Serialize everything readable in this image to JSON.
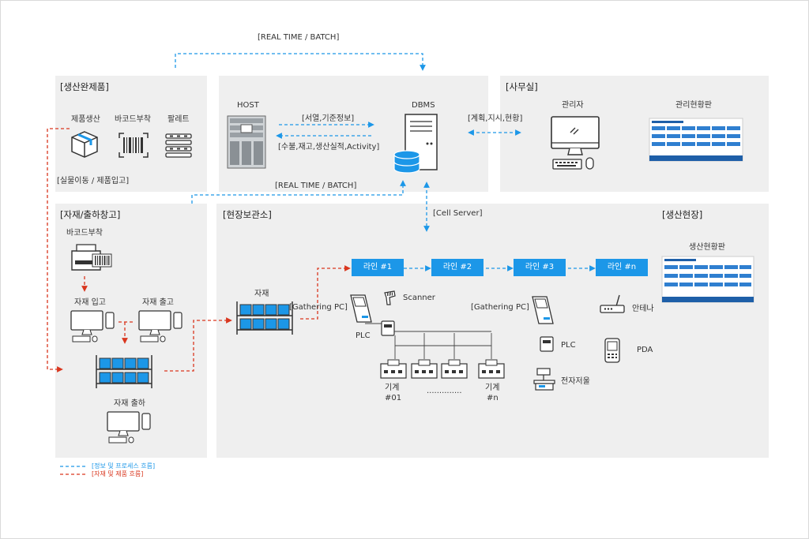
{
  "top_label": "[REAL TIME / BATCH]",
  "mid_label": "[REAL TIME / BATCH]",
  "cell_server": "[Cell Server]",
  "sections": {
    "product": "[생산완제품]",
    "office": "[사무실]",
    "warehouse": "[자재/출하창고]",
    "site_storage": "[현장보관소]",
    "production": "[생산현장]"
  },
  "product": {
    "items": [
      "제품생산",
      "바코드부착",
      "팔레트"
    ],
    "move_label": "[실물이동 / 제품입고]"
  },
  "server": {
    "host": "HOST",
    "dbms": "DBMS",
    "flow1": "[서열,기준정보]",
    "flow2": "[수불,재고,생산실적,Activity]",
    "office_flow": "[계획,지시,현황]"
  },
  "office": {
    "manager": "관리자",
    "dashboard": "관리현황판"
  },
  "warehouse": {
    "barcode": "바코드부착",
    "inbound": "자재 입고",
    "outbound": "자재 출고",
    "shipping": "자재 출하"
  },
  "site": {
    "material": "자재",
    "gathering1": "[Gathering  PC]",
    "gathering2": "[Gathering  PC]",
    "scanner": "Scanner",
    "plc1": "PLC",
    "plc2": "PLC",
    "machine1_a": "기계",
    "machine1_b": "#01",
    "machine_n_a": "기계",
    "machine_n_b": "#n",
    "dots": "..............",
    "scale": "전자저울",
    "antenna": "안테나",
    "pda": "PDA",
    "prod_board": "생산현황판",
    "lines": [
      "라인 #1",
      "라인 #2",
      "라인 #3",
      "라인 #n"
    ]
  },
  "legend": {
    "info": "[정보 및 프로세스 흐름]",
    "material": "[자재 및 제품 흐름]"
  },
  "colors": {
    "info_flow": "#1c97e8",
    "material_flow": "#d9361e",
    "panel": "#efefef",
    "line_box": "#1c97e8"
  }
}
